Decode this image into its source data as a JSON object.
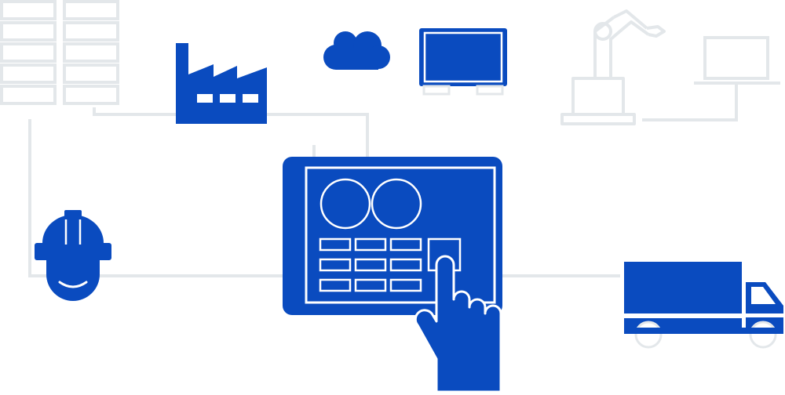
{
  "colors": {
    "primary": "#0a4bbf",
    "outline": "#e3e7ea",
    "white": "#ffffff"
  },
  "nodes": [
    {
      "name": "server-rack-icon",
      "role": "data-storage"
    },
    {
      "name": "factory-icon",
      "role": "factory"
    },
    {
      "name": "cloud-icon",
      "role": "cloud"
    },
    {
      "name": "monitor-icon",
      "role": "display"
    },
    {
      "name": "robot-arm-icon",
      "role": "robot"
    },
    {
      "name": "laptop-icon",
      "role": "laptop"
    },
    {
      "name": "worker-hardhat-icon",
      "role": "worker"
    },
    {
      "name": "touch-tablet-icon",
      "role": "control-panel"
    },
    {
      "name": "hand-pointer-icon",
      "role": "user-touch"
    },
    {
      "name": "delivery-truck-icon",
      "role": "logistics"
    }
  ]
}
